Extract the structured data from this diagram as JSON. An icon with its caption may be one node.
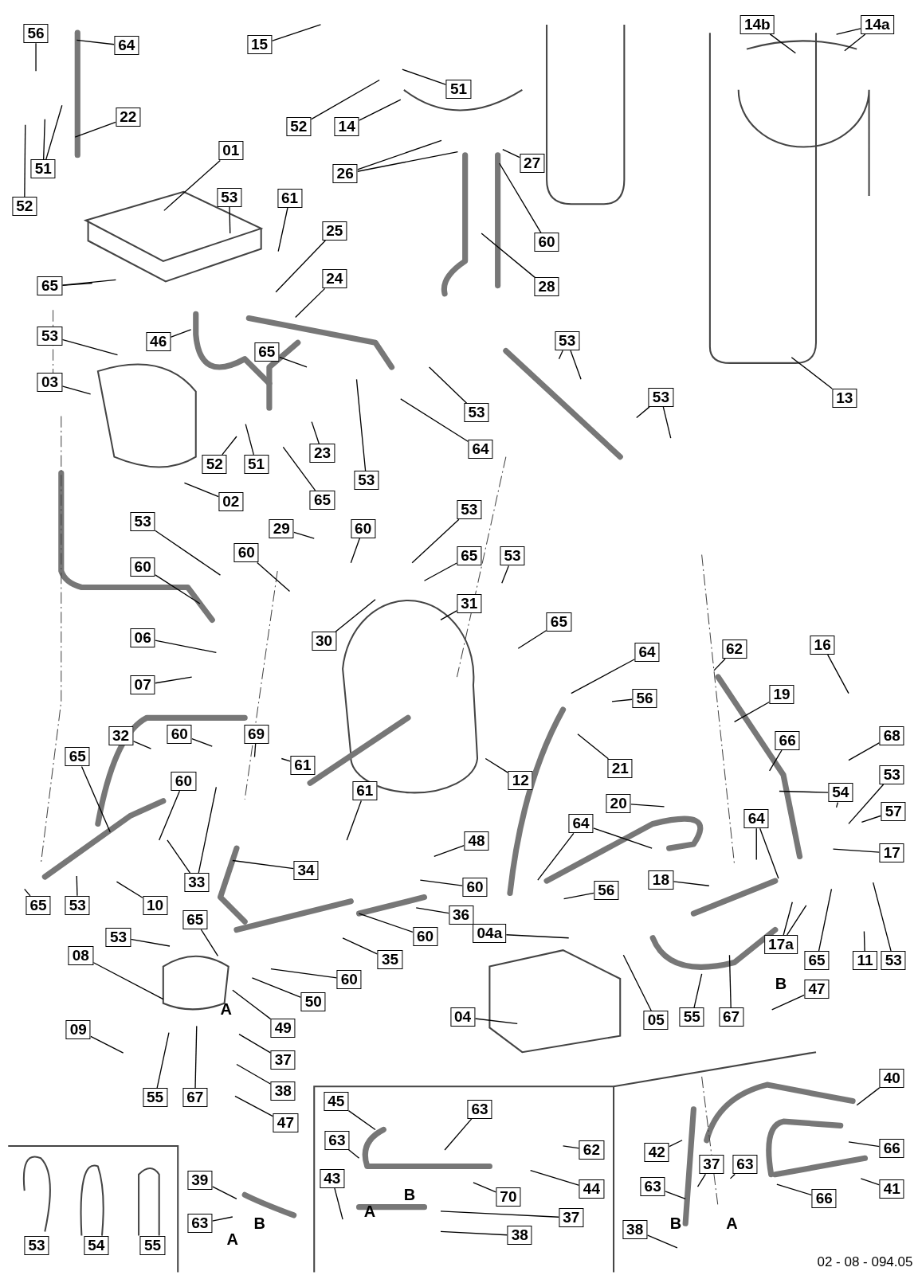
{
  "diagram": {
    "nodes": [
      {
        "text": [
          "56"
        ]
      },
      {
        "text": [
          "64"
        ]
      },
      {
        "text": [
          "15"
        ]
      },
      {
        "text": [
          "14b"
        ]
      },
      {
        "text": [
          "14a"
        ]
      },
      {
        "text": [
          "51"
        ]
      },
      {
        "text": [
          "22"
        ]
      },
      {
        "text": [
          "52"
        ]
      },
      {
        "text": [
          "14"
        ]
      },
      {
        "text": [
          "51"
        ]
      },
      {
        "text": [
          "52"
        ]
      },
      {
        "text": [
          "01"
        ]
      },
      {
        "text": [
          "26"
        ]
      },
      {
        "text": [
          "27"
        ]
      },
      {
        "text": [
          "53"
        ]
      },
      {
        "text": [
          "61"
        ]
      },
      {
        "text": [
          "25"
        ]
      },
      {
        "text": [
          "60"
        ]
      },
      {
        "text": [
          "65"
        ]
      },
      {
        "text": [
          "24"
        ]
      },
      {
        "text": [
          "28"
        ]
      },
      {
        "text": [
          "53"
        ]
      },
      {
        "text": [
          "46"
        ]
      },
      {
        "text": [
          "65"
        ]
      },
      {
        "text": [
          "03"
        ]
      },
      {
        "text": [
          "53"
        ]
      },
      {
        "text": [
          "53"
        ]
      },
      {
        "text": [
          "13"
        ]
      },
      {
        "text": [
          "53"
        ]
      },
      {
        "text": [
          "52"
        ]
      },
      {
        "text": [
          "51"
        ]
      },
      {
        "text": [
          "23"
        ]
      },
      {
        "text": [
          "64"
        ]
      },
      {
        "text": [
          "02"
        ]
      },
      {
        "text": [
          "53"
        ]
      },
      {
        "text": [
          "65"
        ]
      },
      {
        "text": [
          "53"
        ]
      },
      {
        "text": [
          "53"
        ]
      },
      {
        "text": [
          "29"
        ]
      },
      {
        "text": [
          "60"
        ]
      },
      {
        "text": [
          "60"
        ]
      },
      {
        "text": [
          "65"
        ]
      },
      {
        "text": [
          "53"
        ]
      },
      {
        "text": [
          "60"
        ]
      },
      {
        "text": [
          "31"
        ]
      },
      {
        "text": [
          "65"
        ]
      },
      {
        "text": [
          "06"
        ]
      },
      {
        "text": [
          "30"
        ]
      },
      {
        "text": [
          "64"
        ]
      },
      {
        "text": [
          "62"
        ]
      },
      {
        "text": [
          "16"
        ]
      },
      {
        "text": [
          "07"
        ]
      },
      {
        "text": [
          "56"
        ]
      },
      {
        "text": [
          "19"
        ]
      },
      {
        "text": [
          "32"
        ]
      },
      {
        "text": [
          "60"
        ]
      },
      {
        "text": [
          "69"
        ]
      },
      {
        "text": [
          "61"
        ]
      },
      {
        "text": [
          "66"
        ]
      },
      {
        "text": [
          "68"
        ]
      },
      {
        "text": [
          "65"
        ]
      },
      {
        "text": [
          "21"
        ]
      },
      {
        "text": [
          "53"
        ]
      },
      {
        "text": [
          "12"
        ]
      },
      {
        "text": [
          "60"
        ]
      },
      {
        "text": [
          "61"
        ]
      },
      {
        "text": [
          "54"
        ]
      },
      {
        "text": [
          "20"
        ]
      },
      {
        "text": [
          "57"
        ]
      },
      {
        "text": [
          "64"
        ]
      },
      {
        "text": [
          "48"
        ]
      },
      {
        "text": [
          "64"
        ]
      },
      {
        "text": [
          "17"
        ]
      },
      {
        "text": [
          "34"
        ]
      },
      {
        "text": [
          "33"
        ]
      },
      {
        "text": [
          "60"
        ]
      },
      {
        "text": [
          "18"
        ]
      },
      {
        "text": [
          "56"
        ]
      },
      {
        "text": [
          "65"
        ]
      },
      {
        "text": [
          "53"
        ]
      },
      {
        "text": [
          "10"
        ]
      },
      {
        "text": [
          "36"
        ]
      },
      {
        "text": [
          "04a"
        ]
      },
      {
        "text": [
          "60"
        ]
      },
      {
        "text": [
          "17a"
        ]
      },
      {
        "text": [
          "53"
        ]
      },
      {
        "text": [
          "65"
        ]
      },
      {
        "text": [
          "65"
        ]
      },
      {
        "text": [
          "11"
        ]
      },
      {
        "text": [
          "53"
        ]
      },
      {
        "text": [
          "35"
        ]
      },
      {
        "text": [
          "08"
        ]
      },
      {
        "text": [
          "60"
        ]
      },
      {
        "text": [
          "47"
        ]
      },
      {
        "text": [
          "55"
        ]
      },
      {
        "text": [
          "50"
        ]
      },
      {
        "text": [
          "05"
        ]
      },
      {
        "text": [
          "67"
        ]
      },
      {
        "text": [
          "04"
        ]
      },
      {
        "text": [
          "49"
        ]
      },
      {
        "text": [
          "09"
        ]
      },
      {
        "text": [
          "37"
        ]
      },
      {
        "text": [
          "38"
        ]
      },
      {
        "text": [
          "55"
        ]
      },
      {
        "text": [
          "67"
        ]
      },
      {
        "text": [
          "47"
        ]
      },
      {
        "text": [
          "40"
        ]
      },
      {
        "text": [
          "45"
        ]
      },
      {
        "text": [
          "63"
        ]
      },
      {
        "text": [
          "63"
        ]
      },
      {
        "text": [
          "62"
        ]
      },
      {
        "text": [
          "42"
        ]
      },
      {
        "text": [
          "66"
        ]
      },
      {
        "text": [
          "37"
        ]
      },
      {
        "text": [
          "63"
        ]
      },
      {
        "text": [
          "39"
        ]
      },
      {
        "text": [
          "43"
        ]
      },
      {
        "text": [
          "44"
        ]
      },
      {
        "text": [
          "70"
        ]
      },
      {
        "text": [
          "63"
        ]
      },
      {
        "text": [
          "41"
        ]
      },
      {
        "text": [
          "66"
        ]
      },
      {
        "text": [
          "37"
        ]
      },
      {
        "text": [
          "63"
        ]
      },
      {
        "text": [
          "38"
        ]
      },
      {
        "text": [
          "38"
        ]
      },
      {
        "text": [
          "53"
        ]
      },
      {
        "text": [
          "54"
        ]
      },
      {
        "text": [
          "55"
        ]
      }
    ],
    "edges": [
      {
        "from": 0,
        "to": null,
        "arrow": "none"
      },
      {
        "from": 1,
        "to": null,
        "arrow": "none"
      },
      {
        "from": 2,
        "to": null,
        "arrow": "none"
      },
      {
        "from": 3,
        "to": null,
        "arrow": "none"
      },
      {
        "from": 4,
        "to": null,
        "arrow": "none"
      },
      {
        "from": 4,
        "to": null,
        "arrow": "none"
      },
      {
        "from": 5,
        "to": null,
        "arrow": "none"
      },
      {
        "from": 6,
        "to": null,
        "arrow": "none"
      },
      {
        "from": 7,
        "to": null,
        "arrow": "none"
      },
      {
        "from": 8,
        "to": null,
        "arrow": "none"
      },
      {
        "from": 9,
        "to": null,
        "arrow": "none"
      },
      {
        "from": 9,
        "to": null,
        "arrow": "none"
      },
      {
        "from": 10,
        "to": null,
        "arrow": "none"
      },
      {
        "from": 11,
        "to": null,
        "arrow": "none"
      },
      {
        "from": 12,
        "to": null,
        "arrow": "none"
      },
      {
        "from": 12,
        "to": null,
        "arrow": "none"
      },
      {
        "from": 13,
        "to": null,
        "arrow": "none"
      },
      {
        "from": 14,
        "to": null,
        "arrow": "none"
      },
      {
        "from": 15,
        "to": null,
        "arrow": "none"
      },
      {
        "from": 16,
        "to": null,
        "arrow": "none"
      },
      {
        "from": 17,
        "to": null,
        "arrow": "none"
      },
      {
        "from": 18,
        "to": null,
        "arrow": "none"
      },
      {
        "from": 18,
        "to": null,
        "arrow": "none"
      },
      {
        "from": 19,
        "to": null,
        "arrow": "none"
      },
      {
        "from": 20,
        "to": null,
        "arrow": "none"
      },
      {
        "from": 21,
        "to": null,
        "arrow": "none"
      },
      {
        "from": 22,
        "to": null,
        "arrow": "none"
      },
      {
        "from": 23,
        "to": null,
        "arrow": "none"
      },
      {
        "from": 24,
        "to": null,
        "arrow": "none"
      },
      {
        "from": 25,
        "to": null,
        "arrow": "none"
      },
      {
        "from": 25,
        "to": null,
        "arrow": "none"
      },
      {
        "from": 26,
        "to": null,
        "arrow": "none"
      },
      {
        "from": 26,
        "to": null,
        "arrow": "none"
      },
      {
        "from": 27,
        "to": null,
        "arrow": "none"
      },
      {
        "from": 28,
        "to": null,
        "arrow": "none"
      },
      {
        "from": 29,
        "to": null,
        "arrow": "none"
      },
      {
        "from": 30,
        "to": null,
        "arrow": "none"
      },
      {
        "from": 31,
        "to": null,
        "arrow": "none"
      },
      {
        "from": 32,
        "to": null,
        "arrow": "none"
      },
      {
        "from": 33,
        "to": null,
        "arrow": "none"
      },
      {
        "from": 34,
        "to": null,
        "arrow": "none"
      },
      {
        "from": 35,
        "to": null,
        "arrow": "none"
      },
      {
        "from": 36,
        "to": null,
        "arrow": "none"
      },
      {
        "from": 37,
        "to": null,
        "arrow": "none"
      },
      {
        "from": 38,
        "to": null,
        "arrow": "none"
      },
      {
        "from": 39,
        "to": null,
        "arrow": "none"
      },
      {
        "from": 40,
        "to": null,
        "arrow": "none"
      },
      {
        "from": 41,
        "to": null,
        "arrow": "none"
      },
      {
        "from": 42,
        "to": null,
        "arrow": "none"
      },
      {
        "from": 43,
        "to": null,
        "arrow": "none"
      },
      {
        "from": 44,
        "to": null,
        "arrow": "none"
      },
      {
        "from": 45,
        "to": null,
        "arrow": "none"
      },
      {
        "from": 46,
        "to": null,
        "arrow": "none"
      },
      {
        "from": 47,
        "to": null,
        "arrow": "none"
      },
      {
        "from": 48,
        "to": null,
        "arrow": "none"
      },
      {
        "from": 49,
        "to": null,
        "arrow": "none"
      },
      {
        "from": 50,
        "to": null,
        "arrow": "none"
      },
      {
        "from": 51,
        "to": null,
        "arrow": "none"
      },
      {
        "from": 52,
        "to": null,
        "arrow": "none"
      },
      {
        "from": 53,
        "to": null,
        "arrow": "none"
      },
      {
        "from": 54,
        "to": null,
        "arrow": "none"
      },
      {
        "from": 55,
        "to": null,
        "arrow": "none"
      },
      {
        "from": 56,
        "to": null,
        "arrow": "none"
      },
      {
        "from": 57,
        "to": null,
        "arrow": "none"
      },
      {
        "from": 58,
        "to": null,
        "arrow": "none"
      },
      {
        "from": 59,
        "to": null,
        "arrow": "none"
      },
      {
        "from": 60,
        "to": null,
        "arrow": "none"
      },
      {
        "from": 61,
        "to": null,
        "arrow": "none"
      },
      {
        "from": 62,
        "to": null,
        "arrow": "none"
      },
      {
        "from": 63,
        "to": null,
        "arrow": "none"
      },
      {
        "from": 64,
        "to": null,
        "arrow": "none"
      },
      {
        "from": 65,
        "to": null,
        "arrow": "none"
      },
      {
        "from": 66,
        "to": null,
        "arrow": "none"
      },
      {
        "from": 66,
        "to": null,
        "arrow": "none"
      },
      {
        "from": 67,
        "to": null,
        "arrow": "none"
      },
      {
        "from": 68,
        "to": null,
        "arrow": "none"
      },
      {
        "from": 69,
        "to": null,
        "arrow": "none"
      },
      {
        "from": 69,
        "to": null,
        "arrow": "none"
      },
      {
        "from": 70,
        "to": null,
        "arrow": "none"
      },
      {
        "from": 71,
        "to": null,
        "arrow": "none"
      },
      {
        "from": 71,
        "to": null,
        "arrow": "none"
      },
      {
        "from": 72,
        "to": null,
        "arrow": "none"
      },
      {
        "from": 73,
        "to": null,
        "arrow": "none"
      },
      {
        "from": 74,
        "to": null,
        "arrow": "none"
      },
      {
        "from": 74,
        "to": null,
        "arrow": "none"
      },
      {
        "from": 75,
        "to": null,
        "arrow": "none"
      },
      {
        "from": 76,
        "to": null,
        "arrow": "none"
      },
      {
        "from": 77,
        "to": null,
        "arrow": "none"
      },
      {
        "from": 78,
        "to": null,
        "arrow": "none"
      },
      {
        "from": 79,
        "to": null,
        "arrow": "none"
      },
      {
        "from": 80,
        "to": null,
        "arrow": "none"
      },
      {
        "from": 81,
        "to": null,
        "arrow": "none"
      },
      {
        "from": 82,
        "to": null,
        "arrow": "none"
      },
      {
        "from": 83,
        "to": null,
        "arrow": "none"
      },
      {
        "from": 84,
        "to": null,
        "arrow": "none"
      },
      {
        "from": 84,
        "to": null,
        "arrow": "none"
      },
      {
        "from": 85,
        "to": null,
        "arrow": "none"
      },
      {
        "from": 86,
        "to": null,
        "arrow": "none"
      },
      {
        "from": 87,
        "to": null,
        "arrow": "none"
      },
      {
        "from": 88,
        "to": null,
        "arrow": "none"
      },
      {
        "from": 89,
        "to": null,
        "arrow": "none"
      },
      {
        "from": 90,
        "to": null,
        "arrow": "none"
      },
      {
        "from": 91,
        "to": null,
        "arrow": "none"
      },
      {
        "from": 92,
        "to": null,
        "arrow": "none"
      },
      {
        "from": 93,
        "to": null,
        "arrow": "none"
      },
      {
        "from": 94,
        "to": null,
        "arrow": "none"
      },
      {
        "from": 95,
        "to": null,
        "arrow": "none"
      },
      {
        "from": 96,
        "to": null,
        "arrow": "none"
      },
      {
        "from": 97,
        "to": null,
        "arrow": "none"
      },
      {
        "from": 98,
        "to": null,
        "arrow": "none"
      },
      {
        "from": 99,
        "to": null,
        "arrow": "none"
      },
      {
        "from": 100,
        "to": null,
        "arrow": "none"
      },
      {
        "from": 101,
        "to": null,
        "arrow": "none"
      },
      {
        "from": 102,
        "to": null,
        "arrow": "none"
      },
      {
        "from": 103,
        "to": null,
        "arrow": "none"
      },
      {
        "from": 104,
        "to": null,
        "arrow": "none"
      },
      {
        "from": 105,
        "to": null,
        "arrow": "none"
      },
      {
        "from": 106,
        "to": null,
        "arrow": "none"
      },
      {
        "from": 107,
        "to": null,
        "arrow": "none"
      },
      {
        "from": 108,
        "to": null,
        "arrow": "none"
      },
      {
        "from": 109,
        "to": null,
        "arrow": "none"
      },
      {
        "from": 110,
        "to": null,
        "arrow": "none"
      },
      {
        "from": 111,
        "to": null,
        "arrow": "none"
      },
      {
        "from": 112,
        "to": null,
        "arrow": "none"
      },
      {
        "from": 113,
        "to": null,
        "arrow": "none"
      },
      {
        "from": 114,
        "to": null,
        "arrow": "none"
      },
      {
        "from": 115,
        "to": null,
        "arrow": "none"
      },
      {
        "from": 116,
        "to": null,
        "arrow": "none"
      },
      {
        "from": 117,
        "to": null,
        "arrow": "none"
      },
      {
        "from": 118,
        "to": null,
        "arrow": "none"
      },
      {
        "from": 119,
        "to": null,
        "arrow": "none"
      },
      {
        "from": 120,
        "to": null,
        "arrow": "none"
      },
      {
        "from": 121,
        "to": null,
        "arrow": "none"
      },
      {
        "from": 122,
        "to": null,
        "arrow": "none"
      },
      {
        "from": 123,
        "to": null,
        "arrow": "none"
      },
      {
        "from": 124,
        "to": null,
        "arrow": "none"
      },
      {
        "from": 125,
        "to": null,
        "arrow": "none"
      }
    ],
    "labels": [
      "B",
      "A",
      "B",
      "A",
      "B",
      "A",
      "B",
      "A",
      "02 - 08 - 094.05"
    ]
  }
}
